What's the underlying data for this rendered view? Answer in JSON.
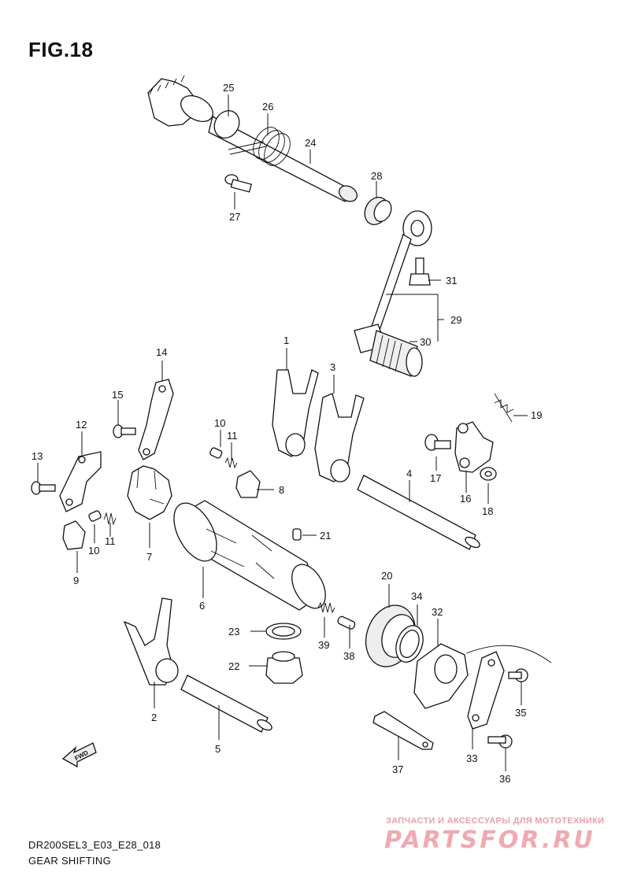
{
  "figure": {
    "title": "FIG.18",
    "model_code": "DR200SEL3_E03_E28_018",
    "section_name": "GEAR SHIFTING",
    "direction_label": "FWD"
  },
  "watermark": {
    "tagline": "ЗАПЧАСТИ И АКСЕССУАРЫ ДЛЯ МОТОТЕХНИКИ",
    "logo_text": "PARTSFOR.RU"
  },
  "callouts": {
    "c1": "1",
    "c2": "2",
    "c3": "3",
    "c4": "4",
    "c5": "5",
    "c6": "6",
    "c7": "7",
    "c8": "8",
    "c9": "9",
    "c10a": "10",
    "c10b": "10",
    "c11a": "11",
    "c11b": "11",
    "c12": "12",
    "c13": "13",
    "c14": "14",
    "c15": "15",
    "c16": "16",
    "c17": "17",
    "c18": "18",
    "c19": "19",
    "c20": "20",
    "c21": "21",
    "c22": "22",
    "c23": "23",
    "c24": "24",
    "c25": "25",
    "c26": "26",
    "c27": "27",
    "c28": "28",
    "c29": "29",
    "c30": "30",
    "c31": "31",
    "c32": "32",
    "c33": "33",
    "c34": "34",
    "c35": "35",
    "c36": "36",
    "c37": "37",
    "c38": "38",
    "c39": "39"
  }
}
